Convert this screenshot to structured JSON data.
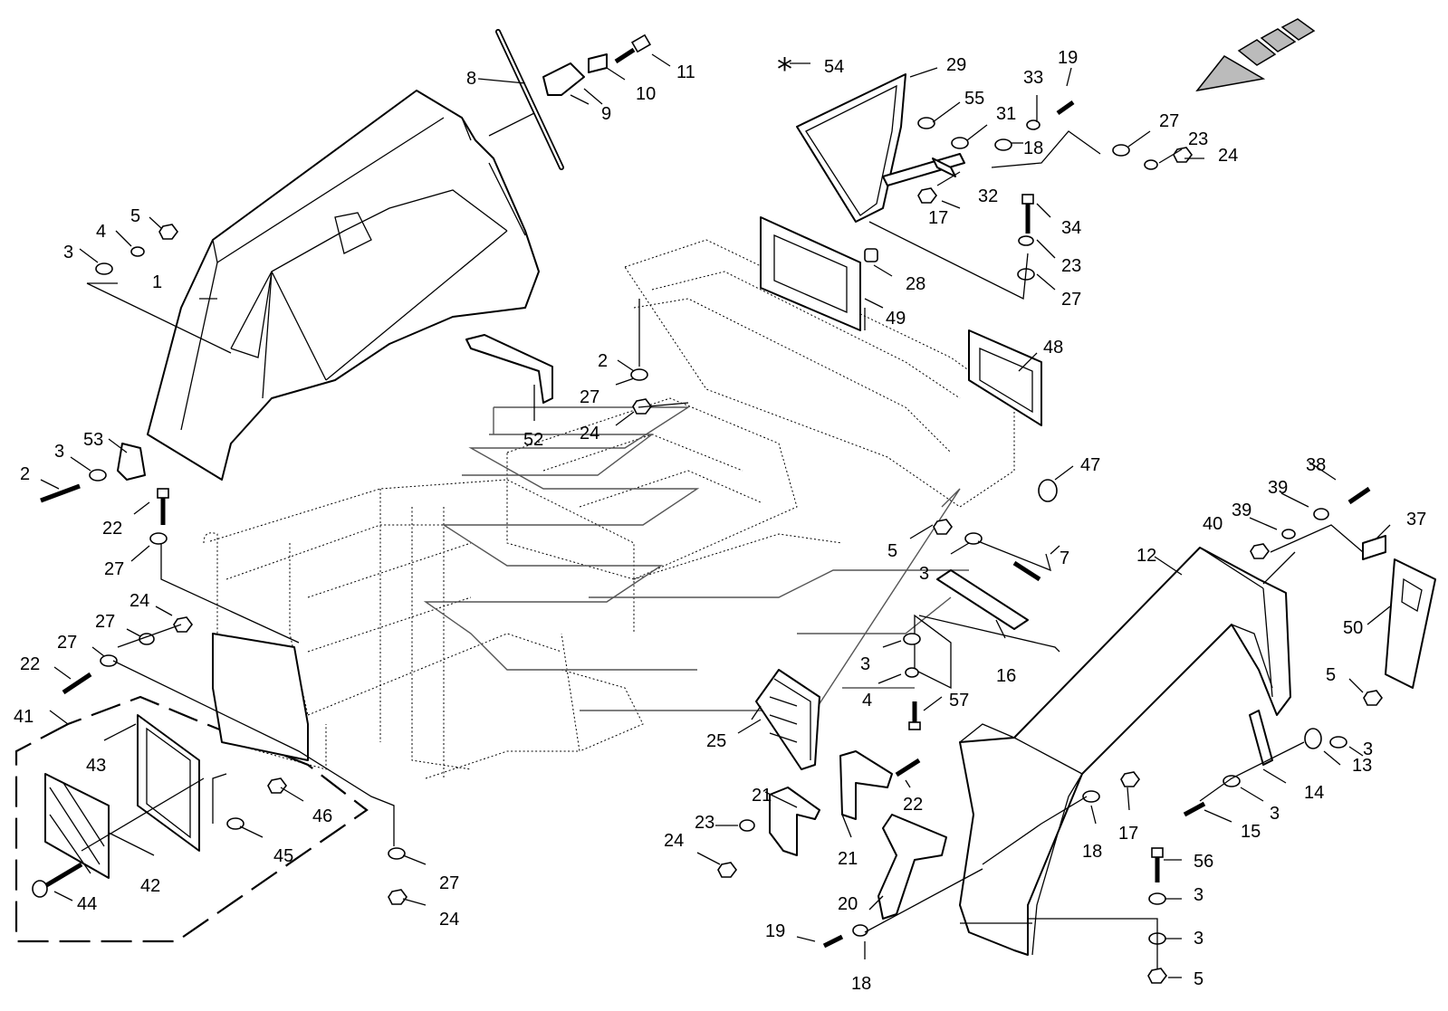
{
  "diagram": {
    "star_symbol": "*",
    "labels": [
      {
        "id": "l1",
        "text": "1"
      },
      {
        "id": "l2a",
        "text": "2"
      },
      {
        "id": "l2b",
        "text": "2"
      },
      {
        "id": "l3a",
        "text": "3"
      },
      {
        "id": "l3b",
        "text": "3"
      },
      {
        "id": "l3c",
        "text": "3"
      },
      {
        "id": "l3d",
        "text": "3"
      },
      {
        "id": "l3e",
        "text": "3"
      },
      {
        "id": "l3f",
        "text": "3"
      },
      {
        "id": "l3g",
        "text": "3"
      },
      {
        "id": "l3h",
        "text": "3"
      },
      {
        "id": "l4a",
        "text": "4"
      },
      {
        "id": "l4b",
        "text": "4"
      },
      {
        "id": "l5a",
        "text": "5"
      },
      {
        "id": "l5b",
        "text": "5"
      },
      {
        "id": "l5c",
        "text": "5"
      },
      {
        "id": "l5d",
        "text": "5"
      },
      {
        "id": "l7",
        "text": "7"
      },
      {
        "id": "l8",
        "text": "8"
      },
      {
        "id": "l9",
        "text": "9"
      },
      {
        "id": "l10",
        "text": "10"
      },
      {
        "id": "l11",
        "text": "11"
      },
      {
        "id": "l12",
        "text": "12"
      },
      {
        "id": "l13",
        "text": "13"
      },
      {
        "id": "l14",
        "text": "14"
      },
      {
        "id": "l15",
        "text": "15"
      },
      {
        "id": "l16",
        "text": "16"
      },
      {
        "id": "l17a",
        "text": "17"
      },
      {
        "id": "l17b",
        "text": "17"
      },
      {
        "id": "l18a",
        "text": "18"
      },
      {
        "id": "l18b",
        "text": "18"
      },
      {
        "id": "l18c",
        "text": "18"
      },
      {
        "id": "l19a",
        "text": "19"
      },
      {
        "id": "l19b",
        "text": "19"
      },
      {
        "id": "l20",
        "text": "20"
      },
      {
        "id": "l21a",
        "text": "21"
      },
      {
        "id": "l21b",
        "text": "21"
      },
      {
        "id": "l22a",
        "text": "22"
      },
      {
        "id": "l22b",
        "text": "22"
      },
      {
        "id": "l22c",
        "text": "22"
      },
      {
        "id": "l23a",
        "text": "23"
      },
      {
        "id": "l23b",
        "text": "23"
      },
      {
        "id": "l23c",
        "text": "23"
      },
      {
        "id": "l24a",
        "text": "24"
      },
      {
        "id": "l24b",
        "text": "24"
      },
      {
        "id": "l24c",
        "text": "24"
      },
      {
        "id": "l24d",
        "text": "24"
      },
      {
        "id": "l24e",
        "text": "24"
      },
      {
        "id": "l25",
        "text": "25"
      },
      {
        "id": "l27a",
        "text": "27"
      },
      {
        "id": "l27b",
        "text": "27"
      },
      {
        "id": "l27c",
        "text": "27"
      },
      {
        "id": "l27d",
        "text": "27"
      },
      {
        "id": "l27e",
        "text": "27"
      },
      {
        "id": "l27f",
        "text": "27"
      },
      {
        "id": "l27g",
        "text": "27"
      },
      {
        "id": "l28",
        "text": "28"
      },
      {
        "id": "l29",
        "text": "29"
      },
      {
        "id": "l31",
        "text": "31"
      },
      {
        "id": "l32",
        "text": "32"
      },
      {
        "id": "l33",
        "text": "33"
      },
      {
        "id": "l34",
        "text": "34"
      },
      {
        "id": "l37",
        "text": "37"
      },
      {
        "id": "l38",
        "text": "38"
      },
      {
        "id": "l39a",
        "text": "39"
      },
      {
        "id": "l39b",
        "text": "39"
      },
      {
        "id": "l40",
        "text": "40"
      },
      {
        "id": "l41",
        "text": "41"
      },
      {
        "id": "l42",
        "text": "42"
      },
      {
        "id": "l43",
        "text": "43"
      },
      {
        "id": "l44",
        "text": "44"
      },
      {
        "id": "l45",
        "text": "45"
      },
      {
        "id": "l46",
        "text": "46"
      },
      {
        "id": "l47",
        "text": "47"
      },
      {
        "id": "l48",
        "text": "48"
      },
      {
        "id": "l49",
        "text": "49"
      },
      {
        "id": "l50",
        "text": "50"
      },
      {
        "id": "l52",
        "text": "52"
      },
      {
        "id": "l53",
        "text": "53"
      },
      {
        "id": "l54",
        "text": "54"
      },
      {
        "id": "l55",
        "text": "55"
      },
      {
        "id": "l56",
        "text": "56"
      },
      {
        "id": "l57",
        "text": "57"
      }
    ]
  }
}
